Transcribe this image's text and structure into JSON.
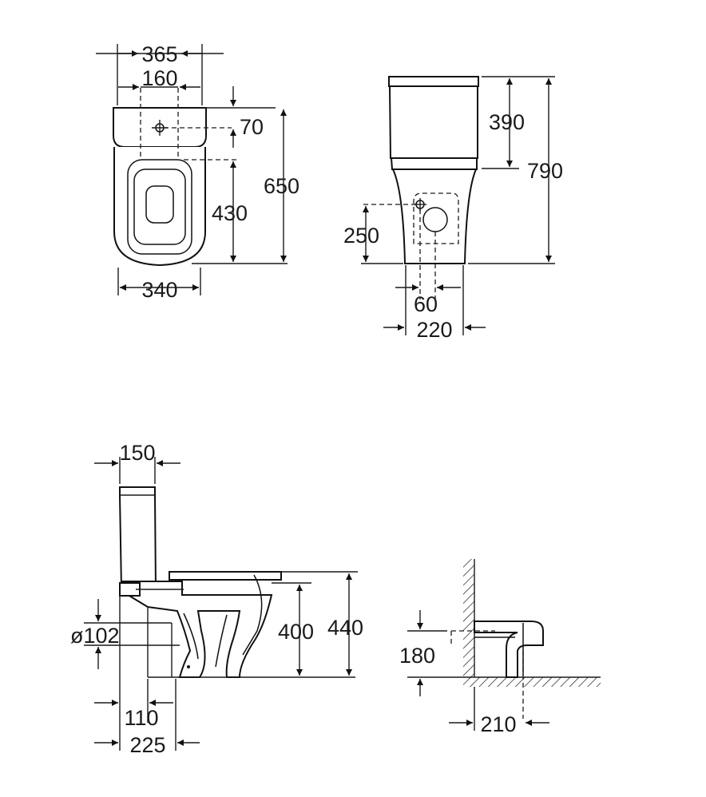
{
  "views": {
    "top": {
      "overall_width": "365",
      "inlet_spacing": "160",
      "inlet_offset": "70",
      "overall_depth": "650",
      "inlet_to_front": "430",
      "base_width": "340"
    },
    "front": {
      "cistern_height": "390",
      "overall_height": "790",
      "outlet_height": "250",
      "outlet_offset": "60",
      "base_width": "220"
    },
    "side": {
      "cistern_depth": "150",
      "outlet_diameter": "ø102",
      "seat_height": "400",
      "rim_height": "440",
      "outlet_setback": "110",
      "rear_setback": "225"
    },
    "connection": {
      "outlet_height": "180",
      "wall_offset": "210"
    }
  }
}
